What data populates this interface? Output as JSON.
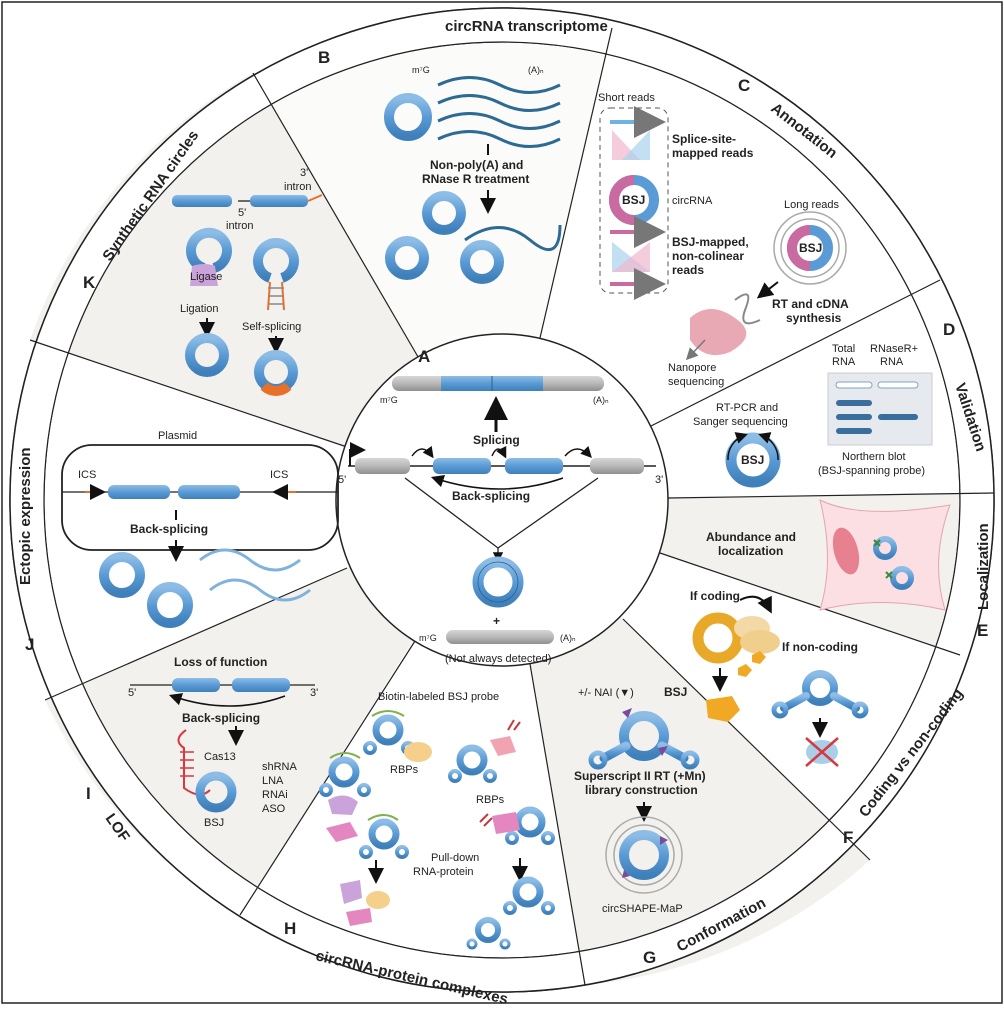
{
  "colors": {
    "blue": "#5b9bd5",
    "blue_dark": "#2d5f8e",
    "grey": "#b8b8b8",
    "panel": "#f2f1ee",
    "orange": "#e8702a",
    "pink": "#e8a3c4",
    "purple": "#c9a3d9",
    "yellow": "#f5d08a",
    "magenta": "#c96aa0"
  },
  "ring": {
    "B": "circRNA transcriptome",
    "C": "Annotation",
    "D": "Validation",
    "E": "Localization",
    "F": "Coding vs non-coding",
    "G": "Conformation",
    "H": "circRNA-protein complexes",
    "I": "LOF",
    "J": "Ectopic expression",
    "K": "Synthetic RNA circles"
  },
  "letters": {
    "A": "A",
    "B": "B",
    "C": "C",
    "D": "D",
    "E": "E",
    "F": "F",
    "G": "G",
    "H": "H",
    "I": "I",
    "J": "J",
    "K": "K"
  },
  "center": {
    "m7g": "m⁷G",
    "polya": "(A)ₙ",
    "splicing": "Splicing",
    "five": "5'",
    "three": "3'",
    "back_splicing": "Back-splicing",
    "plus": "+",
    "not_detected": "(Not always detected)"
  },
  "panel_b": {
    "m7g": "m⁷G",
    "polya": "(A)ₙ",
    "treatment_1": "Non-poly(A) and",
    "treatment_2": "RNase R treatment"
  },
  "panel_c": {
    "short_reads": "Short reads",
    "splice_1": "Splice-site-",
    "splice_2": "mapped reads",
    "bsj": "BSJ",
    "circrna": "circRNA",
    "bsjmap_1": "BSJ-mapped,",
    "bsjmap_2": "non-colinear",
    "bsjmap_3": "reads",
    "long_reads": "Long reads",
    "rt_1": "RT and cDNA",
    "rt_2": "synthesis",
    "nano_1": "Nanopore",
    "nano_2": "sequencing"
  },
  "panel_d": {
    "total_1": "Total",
    "total_2": "RNA",
    "rnaser_1": "RNaseR+",
    "rnaser_2": "RNA",
    "rtpcr_1": "RT-PCR and",
    "rtpcr_2": "Sanger sequencing",
    "bsj": "BSJ",
    "northern_1": "Northern blot",
    "northern_2": "(BSJ-spanning probe)"
  },
  "panel_e": {
    "abund_1": "Abundance and",
    "abund_2": "localization"
  },
  "panel_f": {
    "if_coding": "If coding",
    "if_noncoding": "If non-coding"
  },
  "panel_g": {
    "nai": "+/- NAI (▼)",
    "bsj": "BSJ",
    "ss_1": "Superscript II RT (+Mn)",
    "ss_2": "library construction",
    "shape": "circSHAPE-MaP"
  },
  "panel_h": {
    "probe": "Biotin-labeled BSJ probe",
    "rbps_1": "RBPs",
    "rbps_2": "RBPs",
    "pull_1": "Pull-down",
    "pull_2": "RNA-protein"
  },
  "panel_i": {
    "lof": "Loss of function",
    "five": "5'",
    "three": "3'",
    "back_splicing": "Back-splicing",
    "cas13": "Cas13",
    "bsj": "BSJ",
    "methods": [
      "shRNA",
      "LNA",
      "RNAi",
      "ASO"
    ]
  },
  "panel_j": {
    "plasmid": "Plasmid",
    "ics_l": "ICS",
    "ics_r": "ICS",
    "back_splicing": "Back-splicing"
  },
  "panel_k": {
    "three": "3'",
    "intron_top": "intron",
    "five": "5'",
    "intron_bottom": "intron",
    "ligase": "Ligase",
    "ligation": "Ligation",
    "self_splicing": "Self-splicing"
  }
}
